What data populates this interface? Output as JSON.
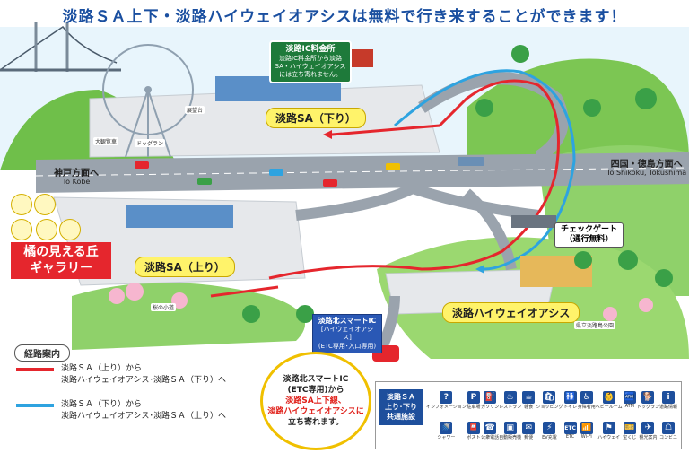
{
  "title": "淡路ＳＡ上下・淡路ハイウェイオアシスは無料で行き来することができます！",
  "labels": {
    "sa_down": "淡路SA（下り）",
    "sa_up": "淡路SA（上り）",
    "oasis": "淡路ハイウェイオアシス",
    "park": "県立淡路島公園",
    "ferris_wheel": "大観覧車",
    "observatory": "展望台",
    "dogrun": "ドッグラン",
    "kitchen": "桜の小道"
  },
  "ic_fee": {
    "title": "淡路IC料金所",
    "text": "淡路IC料金所から淡路SA・ハイウェイオアシスには立ち寄れません。"
  },
  "direction_kobe": {
    "main": "神戸方面へ",
    "sub": "To Kobe"
  },
  "direction_shikoku": {
    "main": "四国・徳島方面へ",
    "sub": "To Shikoku, Tokushima"
  },
  "check_gate": {
    "line1": "チェックゲート",
    "line2": "（通行無料）"
  },
  "smart_ic_sign": {
    "line1": "淡路北スマートIC",
    "line2": "[ハイウェイオアシス]",
    "line3": "(ETC専用･入口専用)"
  },
  "gallery": {
    "line1": "橘の見える丘",
    "line2": "ギャラリー"
  },
  "bubble": {
    "line1": "淡路北スマートIC",
    "line2": "(ETC専用)から",
    "line3": "淡路SA上下線、",
    "line4": "淡路ハイウェイオアシスに",
    "line5": "立ち寄れます。"
  },
  "legend": {
    "title": "経路案内",
    "red_line1": "淡路ＳＡ（上り）から",
    "red_line2": "淡路ハイウェイオアシス･淡路ＳＡ（下り）へ",
    "blue_line1": "淡路ＳＡ（下り）から",
    "blue_line2": "淡路ハイウェイオアシス･淡路ＳＡ（上り）へ",
    "red_color": "#e5262d",
    "blue_color": "#2ea3e0"
  },
  "facilities": {
    "label_line1": "淡路ＳＡ",
    "label_line2": "上り･下り",
    "label_line3": "共通施設",
    "items": [
      {
        "icon": "?",
        "name": "インフォメーション"
      },
      {
        "icon": "P",
        "name": "駐車場"
      },
      {
        "icon": "⛽",
        "name": "ガソリン"
      },
      {
        "icon": "♨",
        "name": "レストラン"
      },
      {
        "icon": "☕",
        "name": "軽食"
      },
      {
        "icon": "🛍",
        "name": "ショッピング"
      },
      {
        "icon": "🚻",
        "name": "トイレ"
      },
      {
        "icon": "♿",
        "name": "身障者用"
      },
      {
        "icon": "👶",
        "name": "ベビールーム"
      },
      {
        "icon": "🏧",
        "name": "ATM"
      },
      {
        "icon": "🐕",
        "name": "ドッグラン"
      },
      {
        "icon": "i",
        "name": "道路情報"
      },
      {
        "icon": "🚿",
        "name": "シャワー"
      },
      {
        "icon": "📮",
        "name": "ポスト"
      },
      {
        "icon": "☎",
        "name": "公衆電話"
      },
      {
        "icon": "▣",
        "name": "自動販売機"
      },
      {
        "icon": "✉",
        "name": "郵便"
      },
      {
        "icon": "⚡",
        "name": "EV充電"
      },
      {
        "icon": "ETC",
        "name": "ETC"
      },
      {
        "icon": "📶",
        "name": "Wi-Fi"
      },
      {
        "icon": "⚑",
        "name": "ハイウェイ"
      },
      {
        "icon": "🎫",
        "name": "宝くじ"
      },
      {
        "icon": "✈",
        "name": "観光案内"
      },
      {
        "icon": "☖",
        "name": "コンビニ"
      }
    ]
  },
  "colors": {
    "road": "#9aa3ad",
    "sea": "#c8e6f7",
    "grass": "#8fd16a",
    "deep_green": "#3aa047",
    "sa_lot": "#e6e8eb"
  }
}
